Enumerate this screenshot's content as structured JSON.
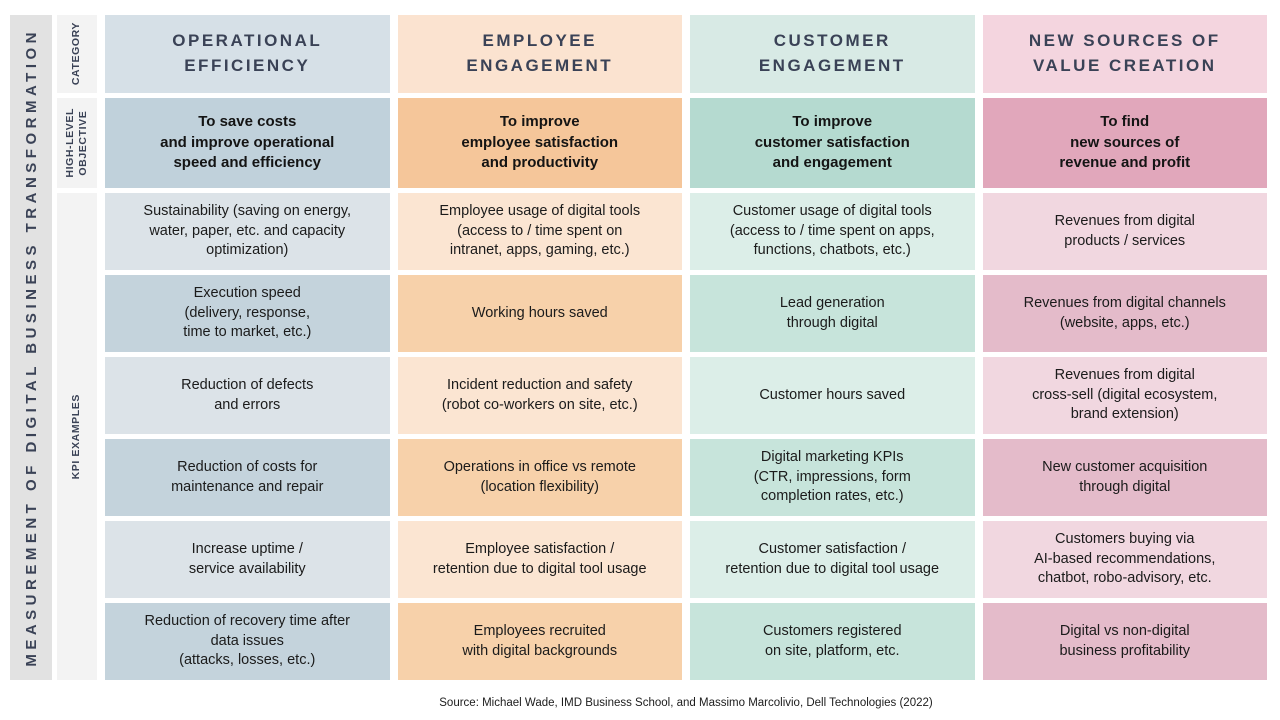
{
  "page": {
    "side_title": "MEASUREMENT OF DIGITAL BUSINESS TRANSFORMATION",
    "row_labels": {
      "category": "CATEGORY",
      "objective": "HIGH-LEVEL\nOBJECTIVE",
      "kpi": "KPI EXAMPLES"
    },
    "source": "Source: Michael Wade, IMD Business School, and Massimo Marcolivio, Dell Technologies (2022)"
  },
  "colors": {
    "sidebar_bg": "#e2e2e2",
    "label_bg": "#f3f3f3",
    "header_text": "#3a4256",
    "body_text": "#1b1b1b"
  },
  "columns": [
    {
      "key": "operational-efficiency",
      "header": "OPERATIONAL\nEFFICIENCY",
      "objective": "To save costs\nand improve operational\nspeed and efficiency",
      "colors": {
        "header": "#d6e0e7",
        "objective": "#c0d1db",
        "kpi_light": "#dce3e8",
        "kpi_dark": "#c4d3dc"
      },
      "kpis": [
        "Sustainability (saving on energy,\nwater, paper, etc. and capacity\noptimization)",
        "Execution speed\n(delivery, response,\ntime to market, etc.)",
        "Reduction of defects\nand errors",
        "Reduction of costs for\nmaintenance and repair",
        "Increase uptime /\nservice availability",
        "Reduction of recovery time after\ndata issues\n(attacks, losses, etc.)"
      ]
    },
    {
      "key": "employee-engagement",
      "header": "EMPLOYEE\nENGAGEMENT",
      "objective": "To improve\nemployee satisfaction\nand productivity",
      "colors": {
        "header": "#fbe3d0",
        "objective": "#f5c69a",
        "kpi_light": "#fbe5d2",
        "kpi_dark": "#f7d1aa"
      },
      "kpis": [
        "Employee usage of digital tools\n(access to / time spent on\nintranet, apps, gaming, etc.)",
        "Working hours saved",
        "Incident reduction and safety\n(robot co-workers on site, etc.)",
        "Operations in office vs remote\n(location flexibility)",
        "Employee satisfaction /\nretention due to digital tool usage",
        "Employees recruited\nwith digital backgrounds"
      ]
    },
    {
      "key": "customer-engagement",
      "header": "CUSTOMER\nENGAGEMENT",
      "objective": "To improve\ncustomer satisfaction\nand engagement",
      "colors": {
        "header": "#d8eae5",
        "objective": "#b5dad0",
        "kpi_light": "#dceee8",
        "kpi_dark": "#c7e4db"
      },
      "kpis": [
        "Customer usage of digital tools\n(access to / time spent on apps,\nfunctions, chatbots, etc.)",
        "Lead generation\nthrough digital",
        "Customer hours saved",
        "Digital marketing KPIs\n(CTR, impressions, form\ncompletion rates, etc.)",
        "Customer satisfaction /\nretention due to digital tool usage",
        "Customers registered\non site, platform, etc."
      ]
    },
    {
      "key": "new-sources-of-value-creation",
      "header": "NEW SOURCES OF\nVALUE CREATION",
      "objective": "To find\nnew sources of\nrevenue and profit",
      "colors": {
        "header": "#f4d5df",
        "objective": "#e1a7bb",
        "kpi_light": "#f1d7e0",
        "kpi_dark": "#e4bbca"
      },
      "kpis": [
        "Revenues from digital\nproducts / services",
        "Revenues from digital channels\n(website, apps, etc.)",
        "Revenues from digital\ncross-sell (digital ecosystem,\nbrand extension)",
        "New customer acquisition\nthrough digital",
        "Customers buying via\nAI-based recommendations,\nchatbot, robo-advisory, etc.",
        "Digital vs non-digital\nbusiness profitability"
      ]
    }
  ]
}
